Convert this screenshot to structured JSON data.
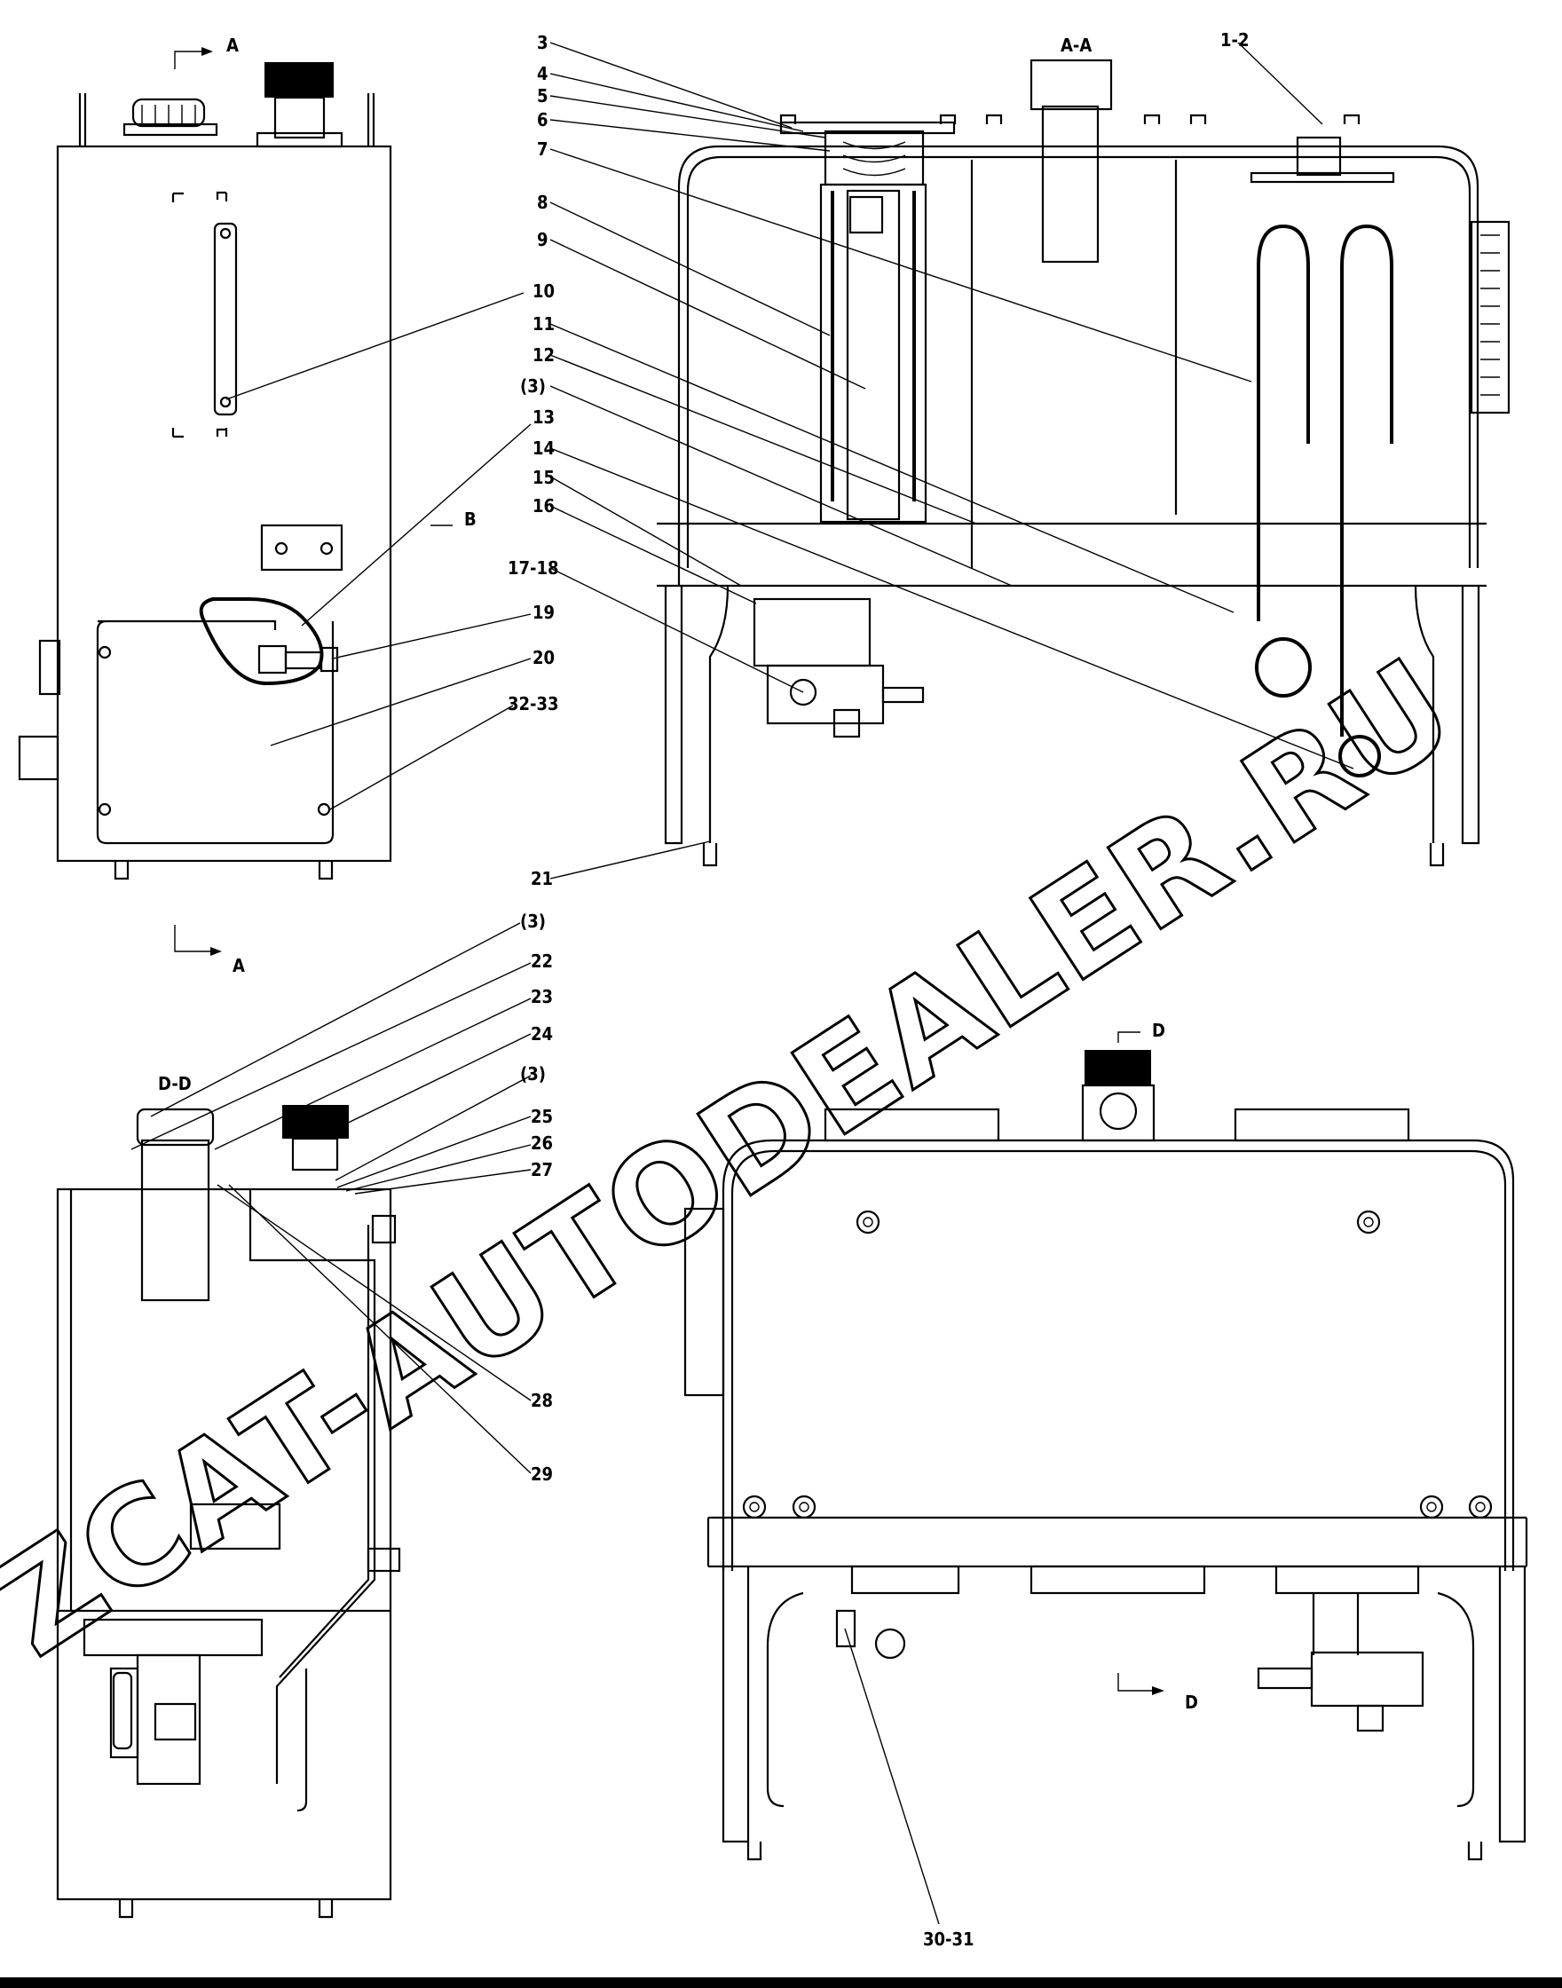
{
  "watermark": "ZCAT-AUTODEALER.RU",
  "view_labels": {
    "section_aa": "A-A",
    "section_dd": "D-D",
    "arrow_a_top": "A",
    "arrow_a_bottom": "A",
    "arrow_b": "B",
    "arrow_d_top": "D",
    "arrow_d_bottom": "D"
  },
  "callouts": {
    "c1_2": "1-2",
    "c3": "3",
    "c4": "4",
    "c5": "5",
    "c6": "6",
    "c7": "7",
    "c8": "8",
    "c9": "9",
    "c10": "10",
    "c11": "11",
    "c12": "12",
    "c3b": "(3)",
    "c13": "13",
    "c14": "14",
    "c15": "15",
    "c16": "16",
    "c17_18": "17-18",
    "c19": "19",
    "c20": "20",
    "c32_33": "32-33",
    "c21": "21",
    "c3c": "(3)",
    "c22": "22",
    "c23": "23",
    "c24": "24",
    "c3d": "(3)",
    "c25": "25",
    "c26": "26",
    "c27": "27",
    "c28": "28",
    "c29": "29",
    "c30_31": "30-31"
  }
}
